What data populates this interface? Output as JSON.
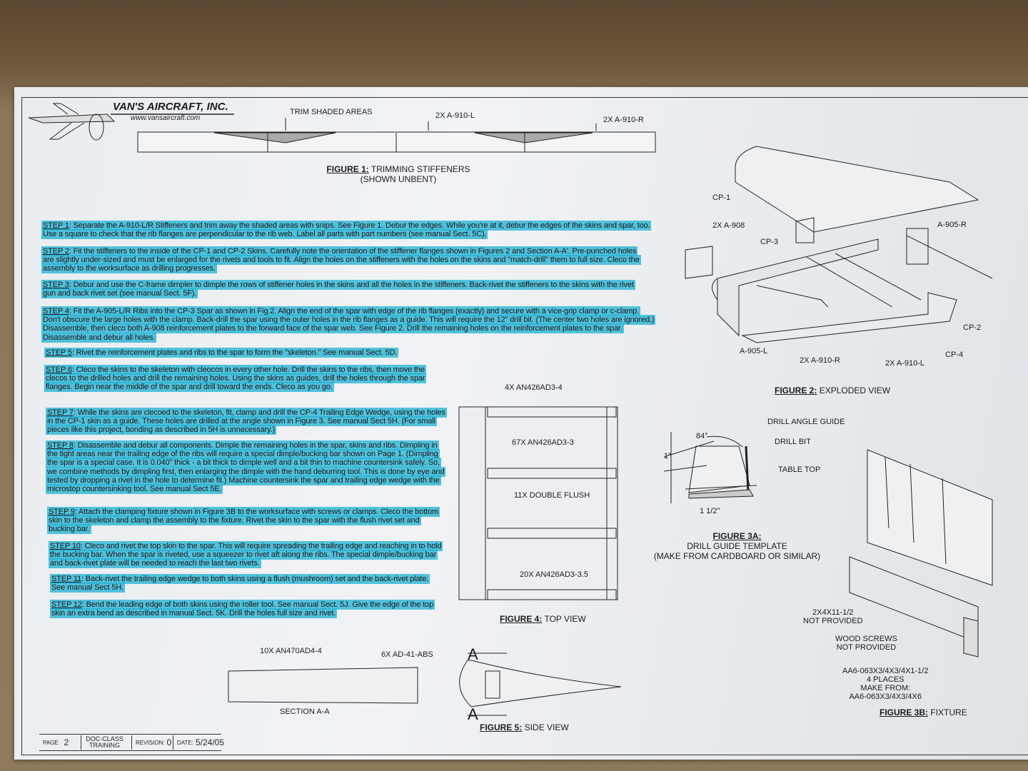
{
  "header": {
    "company": "VAN'S AIRCRAFT, INC.",
    "website": "www.vansaircraft.com"
  },
  "figure1": {
    "labels": [
      "TRIM SHADED AREAS",
      "2X A-910-L",
      "2X A-910-R"
    ],
    "title_prefix": "FIGURE 1:",
    "title": "TRIMMING STIFFENERS",
    "subtitle": "(SHOWN UNBENT)"
  },
  "steps": [
    {
      "label": "STEP 1",
      "text": ": Separate the A-910-L/R Stiffeners and trim away the shaded areas with snips.  See Figure 1.  Debur the edges.  While you're at it, debur the edges of the skins and spar, too. Use a square to check that the rib flanges are perpendicular to the rib web.  Label all parts with part numbers (see manual Sect. 5C)."
    },
    {
      "label": "STEP 2",
      "text": ": Fit the stiffeners to the inside of the CP-1 and CP-2 Skins.  Carefully note the orientation of the stiffener flanges shown in Figures 2 and Section A-A'. Pre-punched holes are slightly under-sized and must be enlarged for the rivets and tools to fit. Align the holes on the stiffeners with the holes on the skins and \"match-drill\" them to full size. Cleco the assembly to the worksurface as drilling progresses."
    },
    {
      "label": "STEP 3",
      "text": ": Debur and use the C-frame dimpler to dimple the rows of stiffener holes in the skins and all the holes in the stiffeners.  Back-rivet the stiffeners to the skins with the rivet gun and back rivet set (see manual Sect. 5F)."
    },
    {
      "label": "STEP 4",
      "text": ": Fit the A-905-L/R Ribs into the CP-3 Spar as shown in Fig.2.  Align the end of the spar with edge of the rib flanges (exactly) and secure with a vice-grip clamp or c-clamp.  Don't obscure the large holes with the clamp.  Back-drill the spar using the outer holes in the rib flanges as a guide.  This will require the 12\" drill bit.  (The center two holes are ignored.)  Disassemble, then cleco both A-908 reinforcement plates to the forward face of the spar web. See Figure 2. Drill the remaining holes on the reinforcement plates to the spar.  Disassemble and debur all holes."
    },
    {
      "label": "STEP 5",
      "text": ": Rivet the reinforcement plates and ribs to the spar to form the \"skeleton.\"  See manual Sect. 5D."
    },
    {
      "label": "STEP 6",
      "text": ": Cleco the skins to the skeleton with cleocos in every other hole.  Drill the skins to the ribs, then move the clecos to the drilled holes and drill the remaining holes.  Using the skins as guides, drill the holes through the spar flanges.  Begin near the middle of the spar and drill toward the ends.  Cleco as you go."
    },
    {
      "label": "STEP  7",
      "text": ":  While the skins are clecoed to the skeleton, fit, clamp and drill the CP-4 Trailing Edge Wedge, using the holes in the CP-1 skin as a guide.  These holes are drilled at the angle shown in Figure 3. See manual Sect 5H.  (For small pieces like this project, bonding as described in 5H is unnecessary.)"
    },
    {
      "label": "STEP 8",
      "text": ":  Disassemble and debur all components.  Dimple the remaining holes in the spar, skins and ribs. Dimpling in the tight areas near the trailing edge of the ribs will require a special dimple/bucking bar shown on Page 1.   (Dimpling the spar is a special case.  It is 0.040\" thick - a bit thick to dimple well and a bit thin to machine countersink safely.  So, we combine methods by dimpling first, then enlarging the dimple with the hand deburring tool.  This is done by eye and tested by dropping a rivet in the hole to determine fit.)  Machine countersink the spar and trailing edge wedge with the microstop countersinking tool.  See manual Sect 5E."
    },
    {
      "label": "STEP 9",
      "text": ": Attach the clamping fixture shown in Figure 3B to the worksurface with screws or clamps. Cleco the bottom skin to the skeleton and clamp the assembly to the fixture.  Rivet the skin to the spar with the flush rivet set and bucking bar."
    },
    {
      "label": "STEP 10",
      "text": ":  Cleco and rivet the top skin to the spar.  This will require spreading the trailing edge and reaching in to hold the bucking bar.  When the spar is riveted, use a squeezer to rivet aft along the ribs.  The special dimple/bucking bar and back-rivet plate will be needed to reach the last two rivets."
    },
    {
      "label": "STEP 11",
      "text": ": Back-rivet the trailing edge wedge to both skins using a flush (mushroom) set and the back-rivet plate.  See manual Sect 5H."
    },
    {
      "label": "STEP 12",
      "text": ":  Bend the leading edge of both skins using the roller tool.  See manual Sect. 5J.  Give the edge of the top skin an extra bend as described in manual Sect. 5K.  Drill the holes full size and rivet."
    }
  ],
  "figure2": {
    "labels": [
      "CP-1",
      "2X A-908",
      "CP-3",
      "A-905-R",
      "CP-2",
      "CP-4",
      "A-905-L",
      "2X A-910-R",
      "2X A-910-L"
    ],
    "title_prefix": "FIGURE 2:",
    "title": "EXPLODED VIEW"
  },
  "figure3a": {
    "labels": [
      "DRILL ANGLE GUIDE",
      "DRILL BIT",
      "TABLE TOP",
      "84°",
      "1\"",
      "1 1/2\""
    ],
    "title_prefix": "FIGURE 3A:",
    "title": "DRILL GUIDE TEMPLATE",
    "subtitle": "(MAKE FROM CARDBOARD OR SIMILAR)"
  },
  "figure4": {
    "labels": [
      "4X AN426AD3-4",
      "67X AN426AD3-3",
      "11X DOUBLE FLUSH",
      "20X AN426AD3-3.5"
    ],
    "title_prefix": "FIGURE 4:",
    "title": "TOP VIEW"
  },
  "figure3b": {
    "labels": [
      "2X4X11-1/2",
      "NOT PROVIDED",
      "WOOD SCREWS",
      "NOT PROVIDED",
      "AA6-063X3/4X3/4X1-1/2",
      "4 PLACES",
      "MAKE FROM:",
      "AA6-063X3/4X3/4X6"
    ],
    "title_prefix": "FIGURE 3B:",
    "title": "FIXTURE"
  },
  "figure5": {
    "labels": [
      "10X AN470AD4-4",
      "6X AD-41-ABS",
      "SECTION A-A",
      "A",
      "A"
    ],
    "title_prefix": "FIGURE 5:",
    "title": "SIDE VIEW"
  },
  "title_block": {
    "page_label": "PAGE",
    "page": "2",
    "doc_class": "DOC-CLASS",
    "doc_class_value": "TRAINING",
    "revision_label": "REVISION:",
    "revision": "0",
    "date_label": "DATE:",
    "date": "5/24/05"
  },
  "colors": {
    "highlight": "#24b4d4",
    "paper": "#eceef1"
  }
}
